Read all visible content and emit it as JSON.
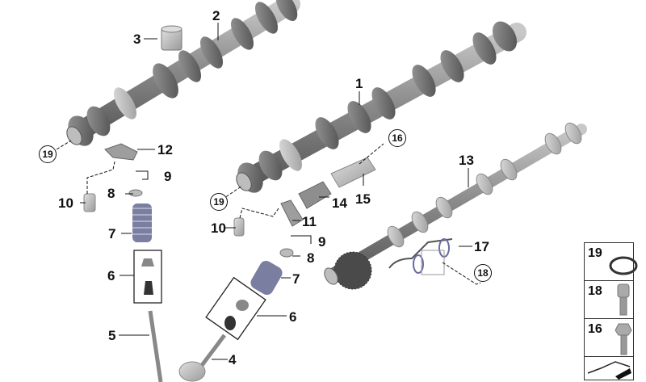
{
  "diagram": {
    "type": "exploded-parts-view",
    "subject": "camshafts and valve train"
  },
  "labels": [
    {
      "id": "2",
      "text": "2"
    },
    {
      "id": "3",
      "text": "3"
    },
    {
      "id": "1",
      "text": "1"
    },
    {
      "id": "12",
      "text": "12"
    },
    {
      "id": "9a",
      "text": "9"
    },
    {
      "id": "8a",
      "text": "8"
    },
    {
      "id": "10a",
      "text": "10"
    },
    {
      "id": "7a",
      "text": "7"
    },
    {
      "id": "6a",
      "text": "6"
    },
    {
      "id": "5",
      "text": "5"
    },
    {
      "id": "14",
      "text": "14"
    },
    {
      "id": "15",
      "text": "15"
    },
    {
      "id": "11",
      "text": "11"
    },
    {
      "id": "10b",
      "text": "10"
    },
    {
      "id": "9b",
      "text": "9"
    },
    {
      "id": "8b",
      "text": "8"
    },
    {
      "id": "7b",
      "text": "7"
    },
    {
      "id": "6b",
      "text": "6"
    },
    {
      "id": "4",
      "text": "4"
    },
    {
      "id": "13",
      "text": "13"
    },
    {
      "id": "17",
      "text": "17"
    }
  ],
  "circled_labels": [
    {
      "id": "19a",
      "text": "19"
    },
    {
      "id": "19b",
      "text": "19"
    },
    {
      "id": "16",
      "text": "16"
    },
    {
      "id": "18",
      "text": "18"
    }
  ],
  "legend": {
    "items": [
      {
        "num": "19",
        "part": "o-ring"
      },
      {
        "num": "18",
        "part": "socket-head-bolt"
      },
      {
        "num": "16",
        "part": "flange-bolt"
      },
      {
        "num": "",
        "part": "arrow-symbol"
      }
    ]
  }
}
